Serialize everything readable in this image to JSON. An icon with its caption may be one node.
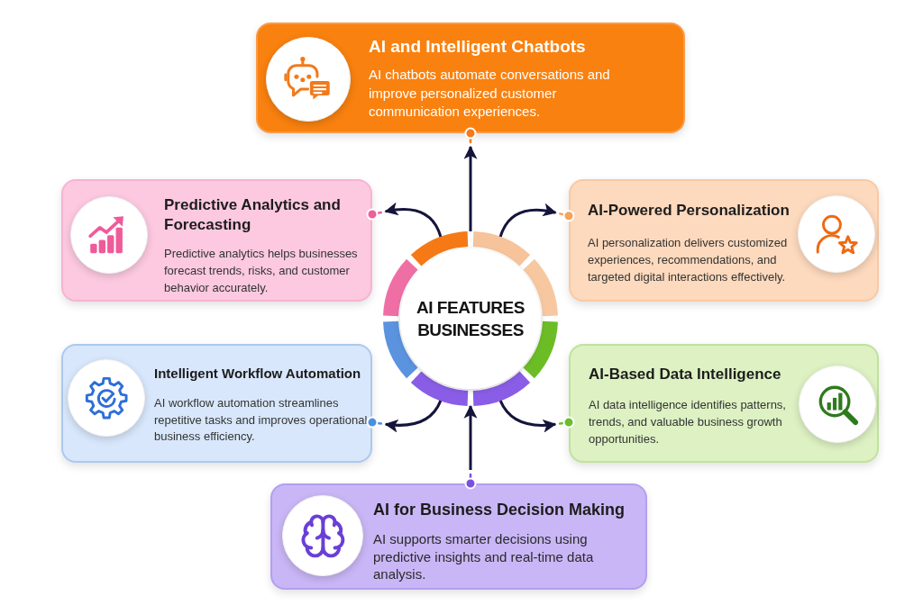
{
  "diagram": {
    "nodes": [
      {
        "text": [
          "AI FEATURES BUSINESSES"
        ]
      },
      {
        "text": [
          "AI and Intelligent Chatbots",
          "AI chatbots automate conversations and improve personalized customer communication experiences."
        ]
      },
      {
        "text": [
          "Predictive Analytics and Forecasting",
          "Predictive analytics helps businesses forecast trends, risks, and customer behavior accurately."
        ]
      },
      {
        "text": [
          "AI-Powered Personalization",
          "AI personalization delivers customized experiences, recommendations, and targeted digital interactions effectively."
        ]
      },
      {
        "text": [
          "Intelligent Workflow Automation",
          "AI workflow automation streamlines repetitive tasks and improves operational business efficiency."
        ]
      },
      {
        "text": [
          "AI-Based Data Intelligence",
          "AI data intelligence identifies patterns, trends, and valuable business growth opportunities."
        ]
      },
      {
        "text": [
          "AI for Business Decision Making",
          "AI supports smarter decisions using predictive insights and real-time data analysis."
        ]
      }
    ],
    "edges": [
      {
        "from": 0,
        "to": 1,
        "arrow": "to"
      },
      {
        "from": 0,
        "to": 2,
        "arrow": "to"
      },
      {
        "from": 0,
        "to": 3,
        "arrow": "to"
      },
      {
        "from": 0,
        "to": 4,
        "arrow": "to"
      },
      {
        "from": 0,
        "to": 5,
        "arrow": "to"
      },
      {
        "from": 6,
        "to": 0,
        "arrow": "to"
      }
    ]
  }
}
